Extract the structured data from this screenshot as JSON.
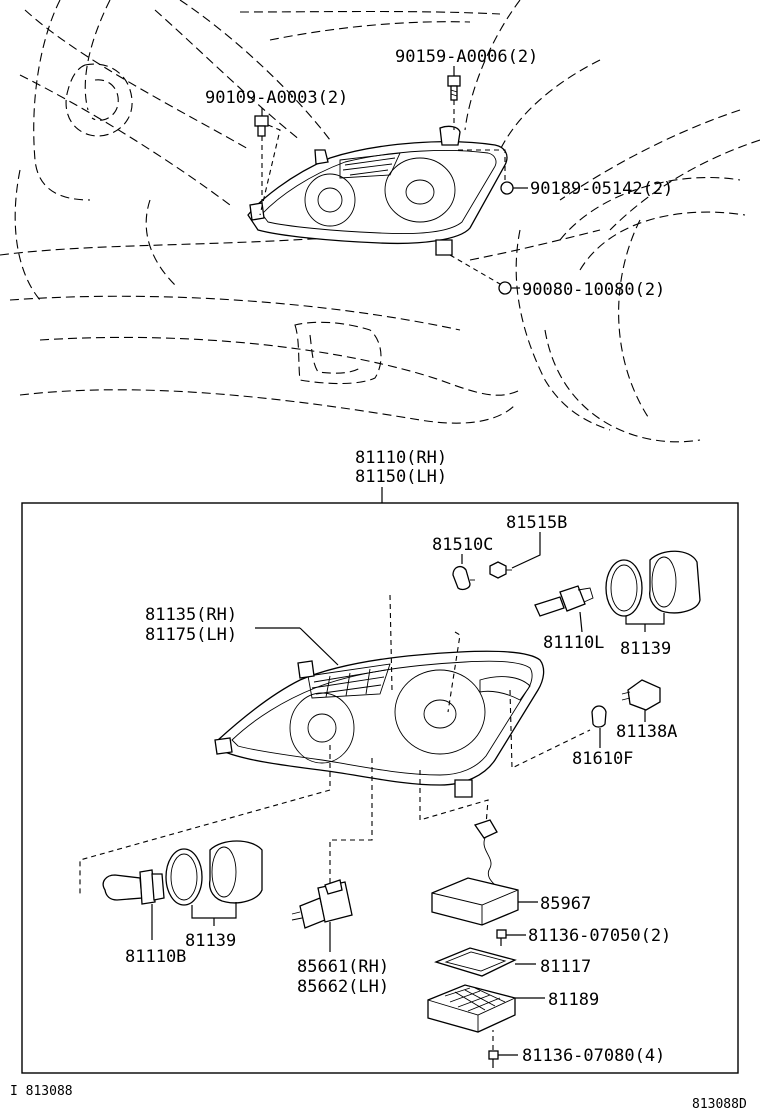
{
  "labels": {
    "bolt_top_right": "90159-A0006(2)",
    "bolt_top_left": "90109-A0003(2)",
    "screw_right": "90189-05142(2)",
    "bolt_bottom": "90080-10080(2)",
    "assy_rh": "81110(RH)",
    "assy_lh": "81150(LH)",
    "bulb_515": "81515B",
    "bulb_510": "81510C",
    "housing_rh": "81135(RH)",
    "housing_lh": "81175(LH)",
    "bulb_110l": "81110L",
    "cover_139_top": "81139",
    "socket_138": "81138A",
    "bulb_610": "81610F",
    "unit_967": "85967",
    "screw_050": "81136-07050(2)",
    "gasket_117": "81117",
    "cover_189": "81189",
    "screw_080": "81136-07080(4)",
    "bulb_110b": "81110B",
    "cover_139_bottom": "81139",
    "ignitor_rh": "85661(RH)",
    "ignitor_lh": "85662(LH)"
  },
  "footer": {
    "left_code": "I 813088",
    "right_code": "813088D"
  }
}
